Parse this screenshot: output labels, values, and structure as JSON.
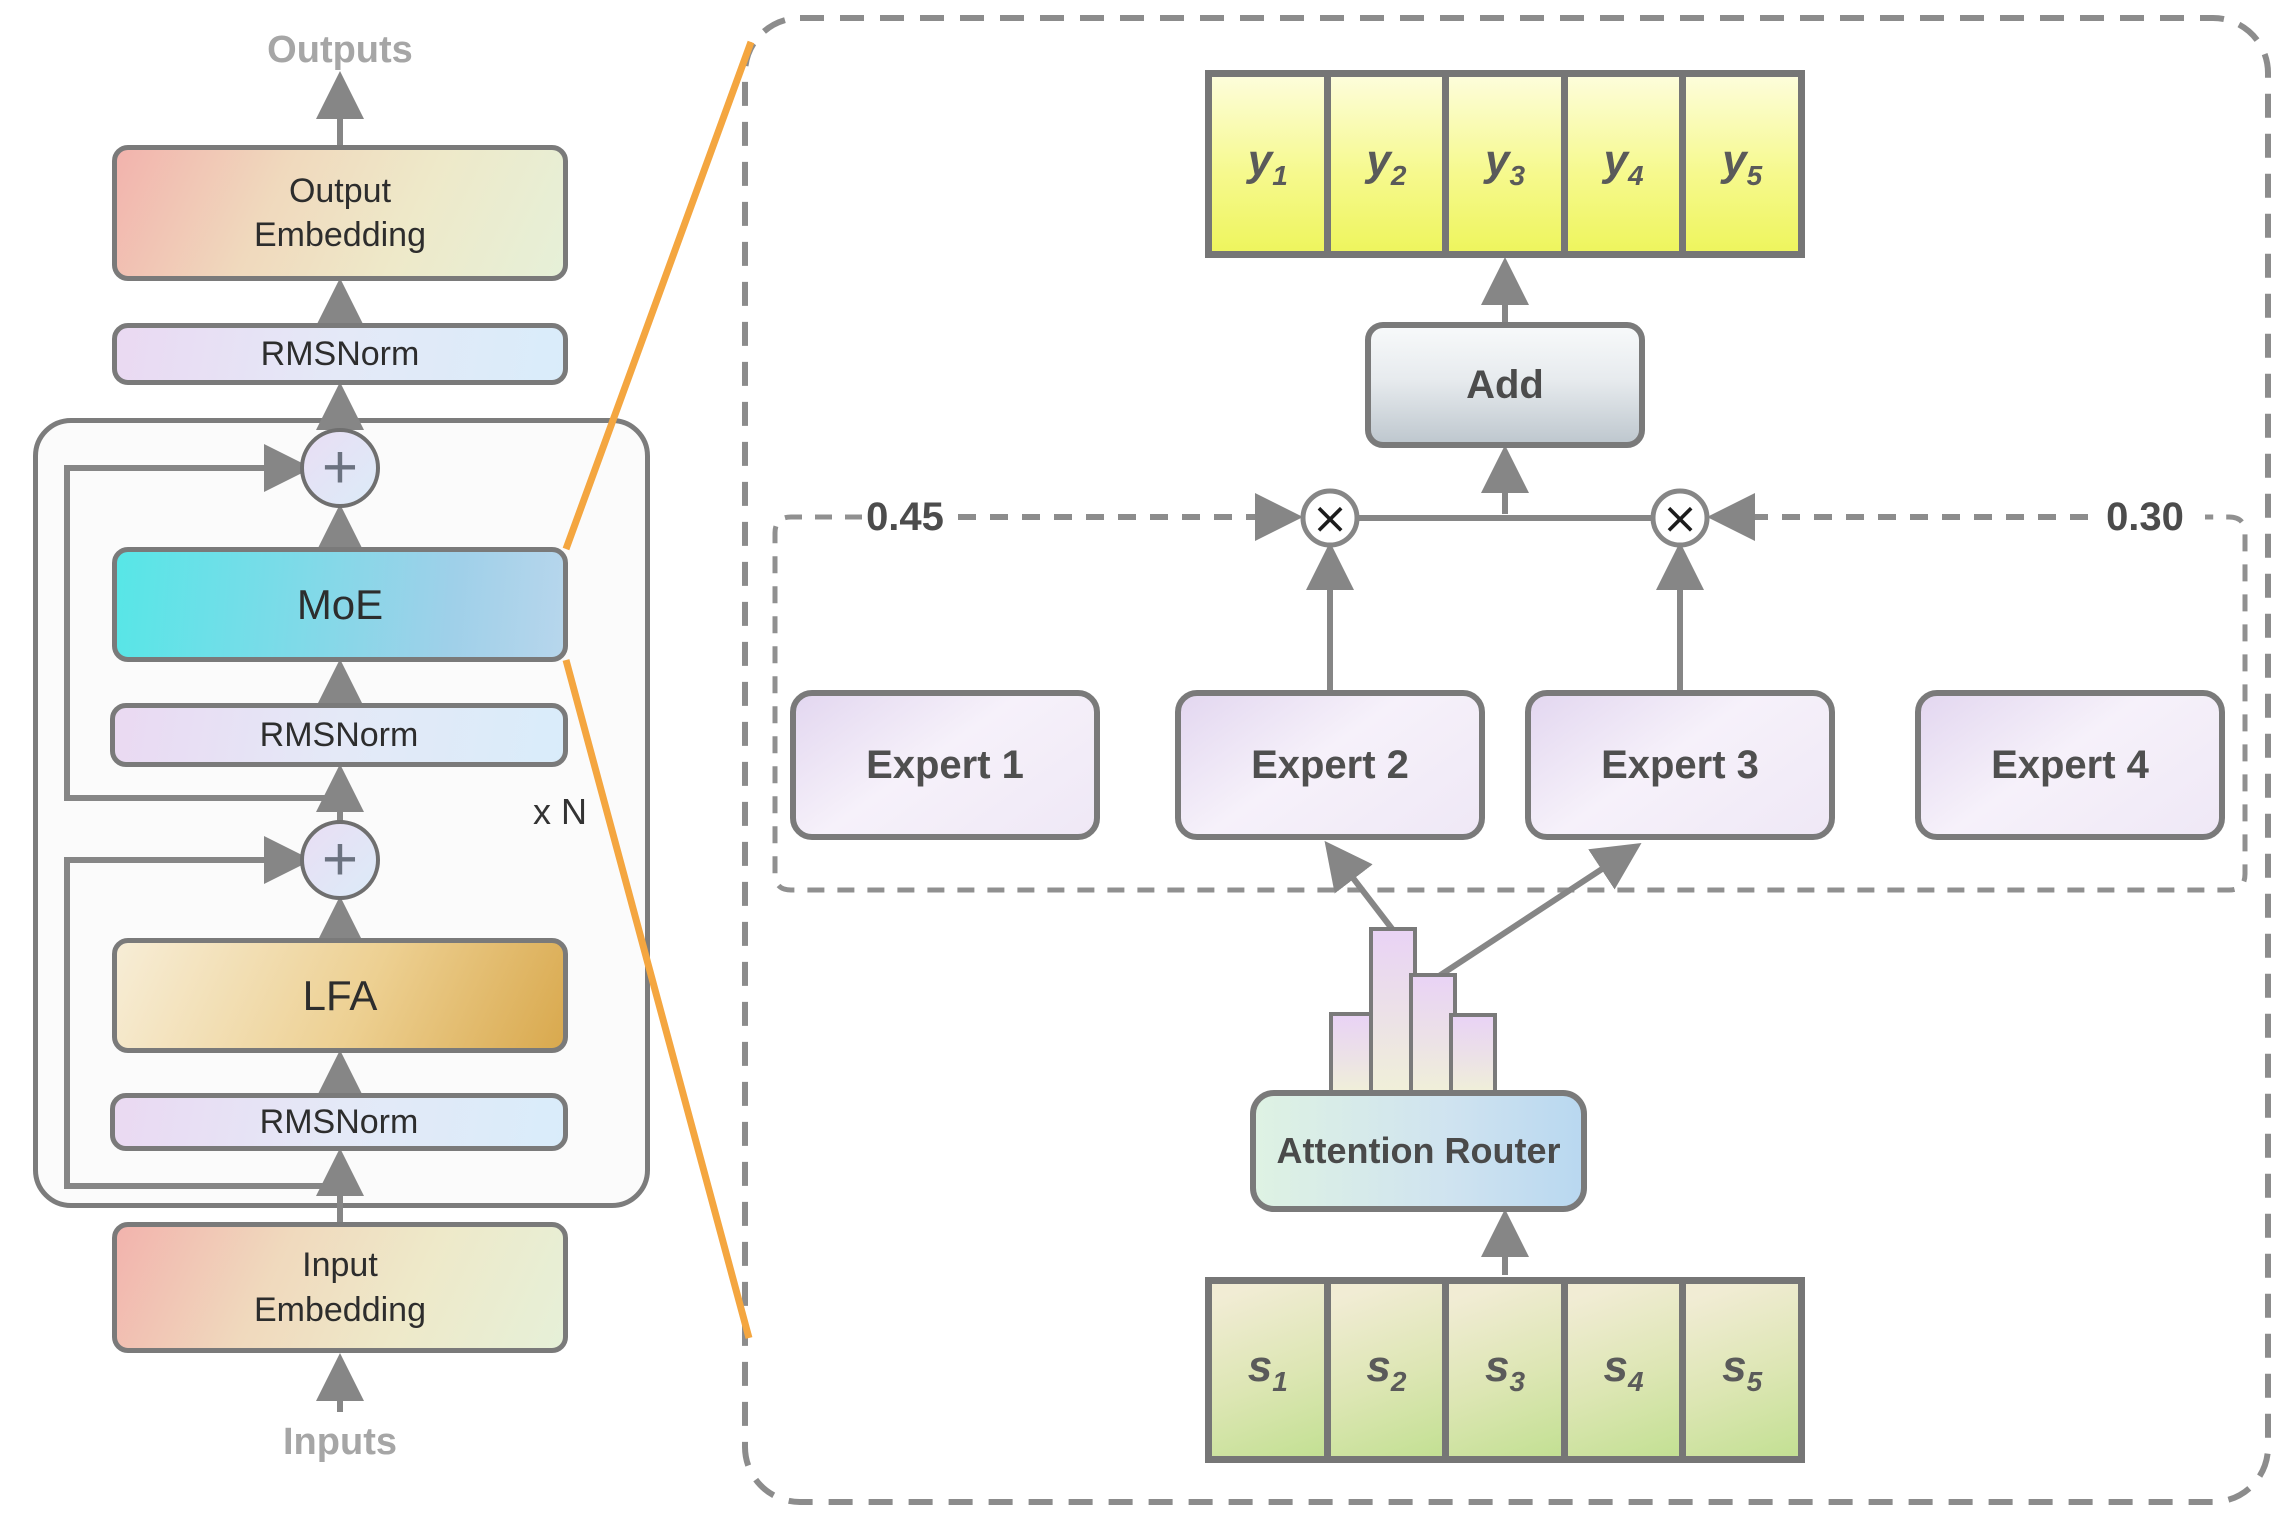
{
  "left": {
    "outputs_label": "Outputs",
    "inputs_label": "Inputs",
    "output_embedding_line1": "Output",
    "output_embedding_line2": "Embedding",
    "rmsnorm_top": "RMSNorm",
    "moe_label": "MoE",
    "rmsnorm_mid": "RMSNorm",
    "repeat_label": "x N",
    "lfa_label": "LFA",
    "rmsnorm_bottom": "RMSNorm",
    "input_embedding_line1": "Input",
    "input_embedding_line2": "Embedding",
    "plus_symbol": "+"
  },
  "right": {
    "y_cells": [
      {
        "base": "y",
        "sub": "1"
      },
      {
        "base": "y",
        "sub": "2"
      },
      {
        "base": "y",
        "sub": "3"
      },
      {
        "base": "y",
        "sub": "4"
      },
      {
        "base": "y",
        "sub": "5"
      }
    ],
    "add_label": "Add",
    "weight_left": "0.45",
    "weight_right": "0.30",
    "multiply_symbol": "×",
    "experts": [
      "Expert 1",
      "Expert 2",
      "Expert 3",
      "Expert 4"
    ],
    "router_label": "Attention Router",
    "router_bar_heights": [
      78,
      163,
      117,
      77
    ],
    "s_cells": [
      {
        "base": "s",
        "sub": "1"
      },
      {
        "base": "s",
        "sub": "2"
      },
      {
        "base": "s",
        "sub": "3"
      },
      {
        "base": "s",
        "sub": "4"
      },
      {
        "base": "s",
        "sub": "5"
      }
    ]
  },
  "colors": {
    "line_gray": "#868686",
    "dash_gray": "#8c8c8c",
    "accent_orange": "#f4a640",
    "moe_cyan": "#57e6e7",
    "lfa_gold": "#d9a94e",
    "expert_lavender": "#e3d7f0",
    "token_yellow": "#eef55e",
    "token_green": "#c3e093"
  }
}
